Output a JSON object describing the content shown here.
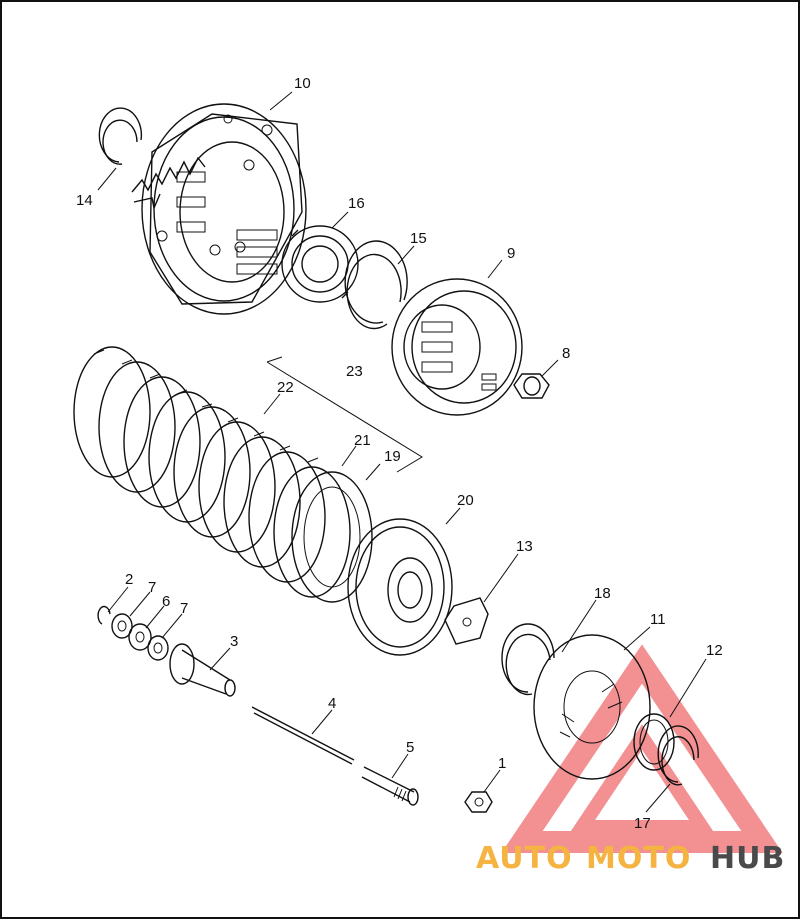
{
  "callouts": {
    "c1": "1",
    "c2": "2",
    "c3": "3",
    "c4": "4",
    "c5": "5",
    "c6": "6",
    "c7a": "7",
    "c7b": "7",
    "c8": "8",
    "c9": "9",
    "c10": "10",
    "c11": "11",
    "c12": "12",
    "c13": "13",
    "c14": "14",
    "c15": "15",
    "c16": "16",
    "c17": "17",
    "c18": "18",
    "c19": "19",
    "c20": "20",
    "c21": "21",
    "c22": "22",
    "c23": "23"
  },
  "watermark": {
    "part1": "AUTO",
    "part2": "MOTO",
    "part3": "HUB",
    "color_light": "#f5b341",
    "color_dark": "#4a4a4a",
    "triangle_color": "#e8363a"
  }
}
